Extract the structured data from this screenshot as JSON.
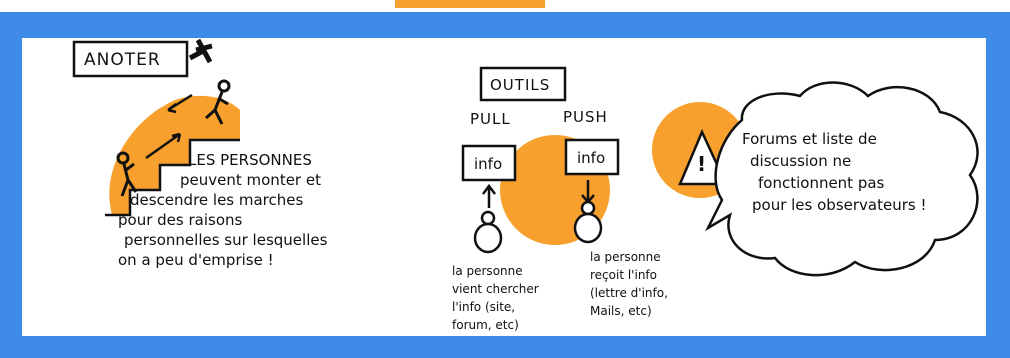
{
  "sections": {
    "note": {
      "tag": "ANOTER",
      "text_lines": [
        "LES PERSONNES",
        "peuvent monter et",
        "descendre les marches",
        "pour des raisons",
        "personnelles sur lesquelles",
        "on a peu d'emprise !"
      ]
    },
    "tools": {
      "title": "OUTILS",
      "pull_label": "PULL",
      "push_label": "PUSH",
      "pull_box": "info",
      "push_box": "info",
      "pull_caption_lines": [
        "la personne",
        "vient chercher",
        "l'info (site,",
        "forum, etc)"
      ],
      "push_caption_lines": [
        "la personne",
        "reçoit l'info",
        "(lettre d'info,",
        "Mails, etc)"
      ]
    },
    "warning": {
      "symbol": "!",
      "cloud_lines": [
        "Forums et liste de",
        "discussion ne",
        "fonctionnent pas",
        "pour les observateurs !"
      ]
    }
  },
  "colors": {
    "frame": "#3d8be6",
    "accent": "#f7a02e",
    "ink": "#111111"
  }
}
